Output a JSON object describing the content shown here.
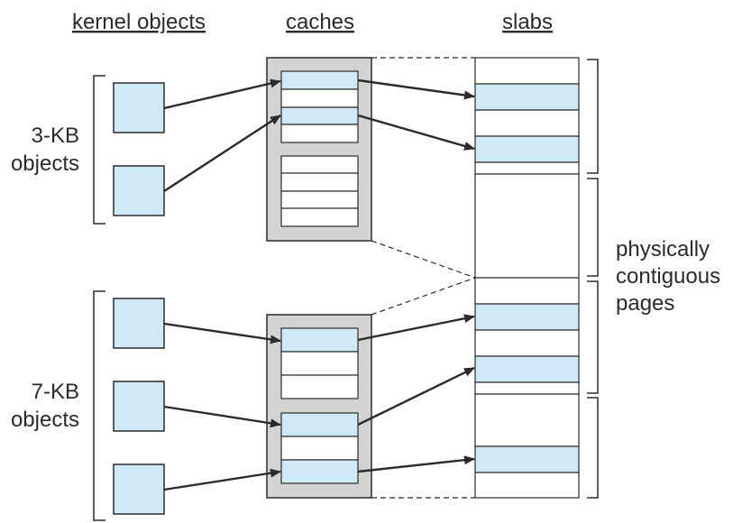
{
  "headers": {
    "kernel_objects": "kernel objects",
    "caches": "caches",
    "slabs": "slabs"
  },
  "labels": {
    "small_size": "3-KB",
    "small_objects": "objects",
    "large_size": "7-KB",
    "large_objects": "objects",
    "pages_line1": "physically",
    "pages_line2": "contiguous",
    "pages_line3": "pages"
  },
  "colors": {
    "object_fill": "#cfe9f7",
    "cache_fill": "#d3d3d3",
    "stroke": "#2b2b2b",
    "background": "#ffffff"
  }
}
